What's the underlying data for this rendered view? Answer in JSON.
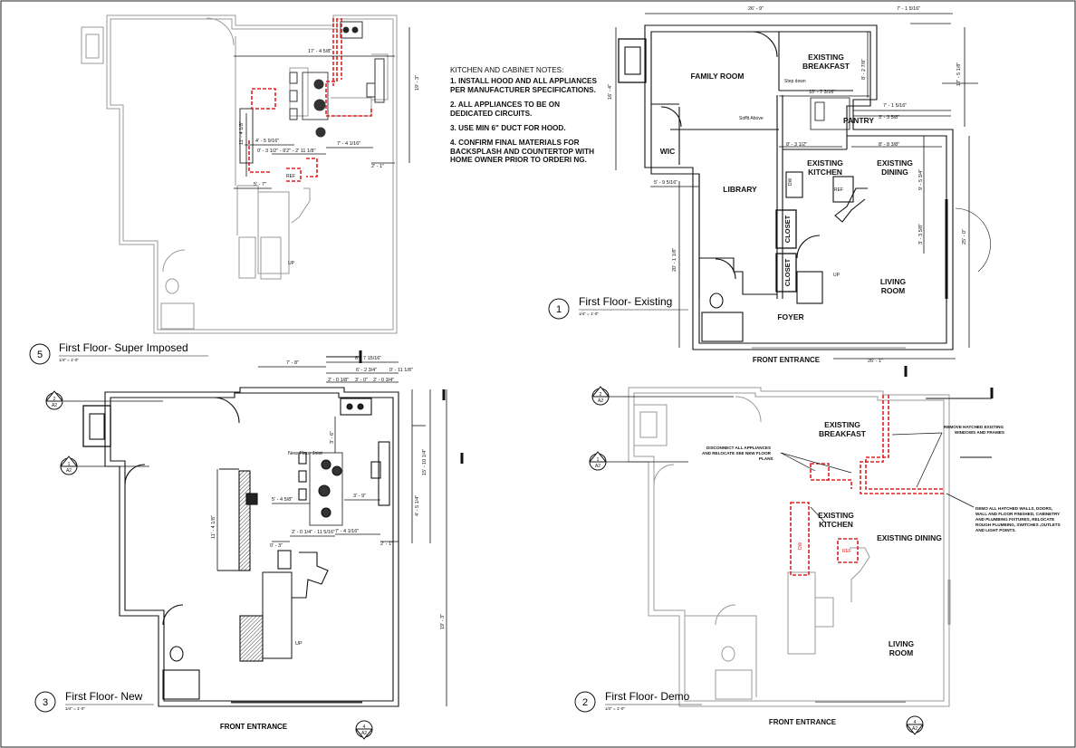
{
  "notes": {
    "title": "KITCHEN AND CABINET NOTES:",
    "items": [
      "1. INSTALL HOOD AND ALL APPLIANCES PER MANUFACTURER SPECIFICATIONS.",
      "2. ALL APPLIANCES TO BE ON DEDICATED CIRCUITS.",
      "3. USE MIN 6\" DUCT FOR HOOD.",
      "4. CONFIRM FINAL MATERIALS FOR BACKSPLASH AND COUNTERTOP WITH HOME OWNER PRIOR TO ORDERI NG."
    ]
  },
  "views": {
    "v5": {
      "num": "5",
      "title": "First Floor- Super Imposed",
      "scale": "1/4\" = 1'-0\""
    },
    "v1": {
      "num": "1",
      "title": "First Floor- Existing",
      "scale": "1/4\" = 1'-0\""
    },
    "v3": {
      "num": "3",
      "title": "First Floor- New",
      "scale": "1/4\" = 1'-0\""
    },
    "v2": {
      "num": "2",
      "title": "First Floor- Demo",
      "scale": "1/4\" = 1'-0\""
    }
  },
  "rooms": {
    "family_room": "FAMILY ROOM",
    "breakfast_1": "EXISTING",
    "breakfast_2": "BREAKFAST",
    "pantry": "PANTRY",
    "kitchen_1": "EXISTING",
    "kitchen_2": "KITCHEN",
    "dining_1": "EXISTING",
    "dining_2": "DINING",
    "library": "LIBRARY",
    "wic": "WIC",
    "closet": "CLOSET",
    "living_1": "LIVING",
    "living_2": "ROOM",
    "foyer": "FOYER",
    "front_entrance": "FRONT ENTRANCE",
    "existing_dining": "EXISTING DINING",
    "step_down": "Step down",
    "soffit_above": "Soffit Above",
    "dw": "DW",
    "ref": "REF",
    "up": "UP",
    "new_floor_joist": "New Floor Joist"
  },
  "dims": {
    "v1": {
      "top": "26' - 9\"",
      "top_r": "7' - 1 5/16\"",
      "d1": "10' - 7 3/16\"",
      "d2": "7' - 1 5/16\"",
      "d3": "3' - 3 5/8\"",
      "d4": "8' - 3 1/2\"",
      "d5": "8' - 8 3/8\"",
      "d6": "5' - 9 5/16\"",
      "d7": "26' - 1\"",
      "left": "16' - 4\"",
      "left2": "20' - 1 1/8\"",
      "right": "17' - 5 1/8\"",
      "right2": "25' - 0\"",
      "v1": "8' - 2 7/8\"",
      "v2": "9' - 5 3/4\"",
      "v3": "3' - 3 5/8\""
    },
    "v5": {
      "d1": "17' - 4 5/8\"",
      "d2": "19' - 3\"",
      "d3": "4' - 5 9/16\"",
      "d4": "7' - 4 1/16\"",
      "d5": "11' - 4 1/8\"",
      "d6": "2' - 1\"",
      "d7": "5' - 7\"",
      "d8": "0' - 3 1/2\" - 9'2\" - 2' 11 1/8\""
    },
    "v3": {
      "d1": "7' - 8\"",
      "d2": "8' - 7 15/16\"",
      "d3": "6' - 2 3/4\"",
      "d4": "0' - 11 1/8\"",
      "d5": "2' - 0 1/8\"",
      "d6": "3' - 0\"",
      "d7": "2' - 0 3/4\"",
      "d8": "11' - 4 1/8\"",
      "d9": "15' - 10 1/4\"",
      "d10": "19' - 3\"",
      "d11": "5' - 4 5/8\"",
      "d12": "3' - 9\"",
      "d13": "7' - 4 1/16\"",
      "d14": "2' - 1\"",
      "d15": "0' - 3\"",
      "d16": "2' - 0 1/4\" - 11 5/16\"",
      "d17": "3' - 6\"",
      "d18": "4' - 5 1/4\""
    }
  },
  "demo_notes": {
    "n1": [
      "REMOVE HATCHED EXISTING",
      "WINDOWS AND FRAMES"
    ],
    "n2": [
      "DISCONNECT ALL APPLIANCES",
      "AND RELOCATE SEE NEW FLOOR",
      "PLANS"
    ],
    "n3": [
      "DEMO ALL HATCHED WALLS, DOORS,",
      "WALL AND FLOOR FINISHED, CABINETRY",
      "AND PLUMBING FIXTURES, RELOCATE",
      "ROUGH PLUMBING, SWITCHES ,OUTLETS",
      "AND LIGHT POINTS."
    ]
  },
  "tags": {
    "sec": "2",
    "sheet": "A2",
    "sec1": "1",
    "sec4": "4"
  },
  "colors": {
    "demo": "#e02020",
    "line": "#111111",
    "ghost": "#9a9a9a"
  }
}
